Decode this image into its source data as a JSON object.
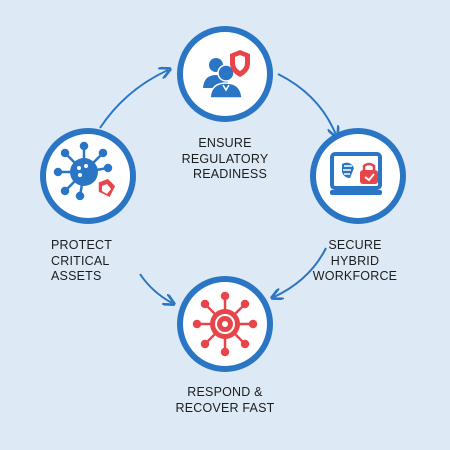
{
  "colors": {
    "background": "#dde9f4",
    "ring": "#2a76c4",
    "icon_blue": "#2a76c4",
    "icon_red": "#e8454b",
    "text": "#1d1d1d"
  },
  "nodes": [
    {
      "key": "regulatory",
      "icon": "compliance-people-shield-icon",
      "label_lines": [
        "ENSURE",
        "REGULATORY",
        "READINESS"
      ]
    },
    {
      "key": "workforce",
      "icon": "monitor-hybrid-work-icon",
      "label_lines": [
        "SECURE",
        "HYBRID",
        "WORKFORCE"
      ]
    },
    {
      "key": "respond",
      "icon": "virus-response-icon",
      "label_lines": [
        "RESPOND &",
        "RECOVER FAST"
      ]
    },
    {
      "key": "assets",
      "icon": "virus-shield-icon",
      "label_lines": [
        "PROTECT",
        "CRITICAL",
        "ASSETS"
      ]
    }
  ]
}
